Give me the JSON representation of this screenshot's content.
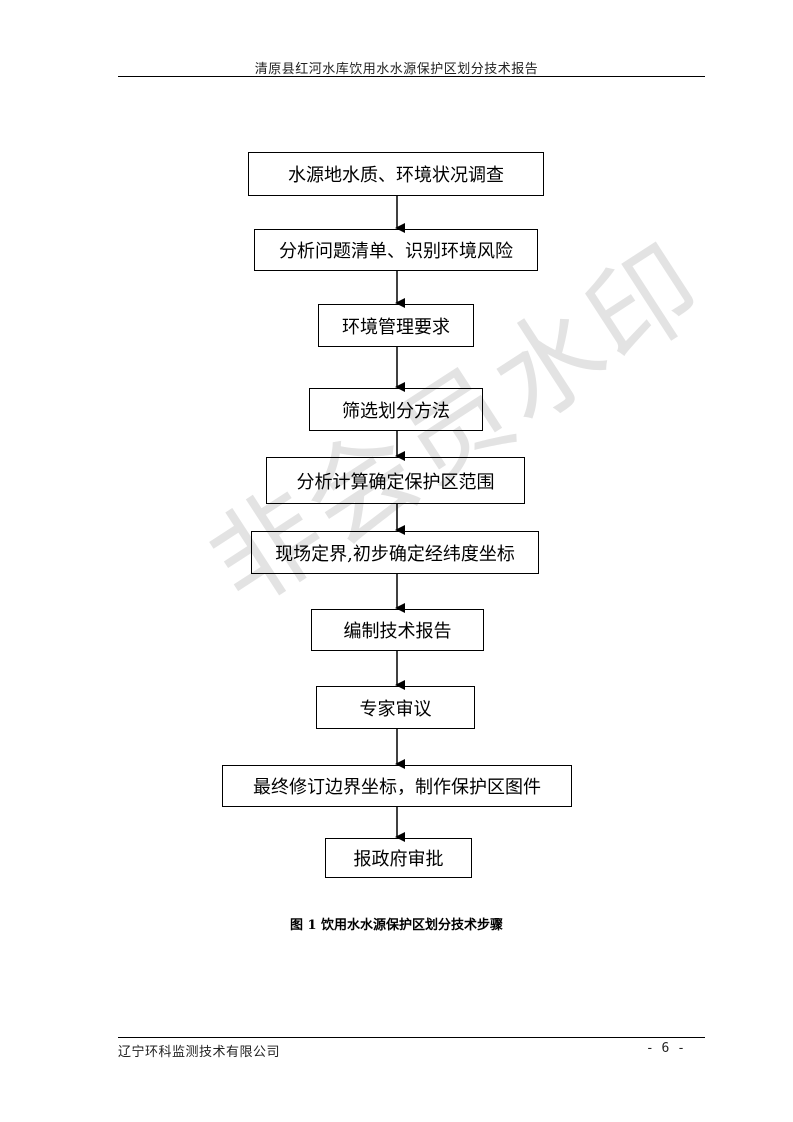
{
  "header": {
    "title": "清原县红河水库饮用水水源保护区划分技术报告"
  },
  "watermark": {
    "text": "非会员水印"
  },
  "flowchart": {
    "steps": [
      "水源地水质、环境状况调查",
      "分析问题清单、识别环境风险",
      "环境管理要求",
      "筛选划分方法",
      "分析计算确定保护区范围",
      "现场定界,初步确定经纬度坐标",
      "编制技术报告",
      "专家审议",
      "最终修订边界坐标，制作保护区图件",
      "报政府审批"
    ]
  },
  "caption": "图 1  饮用水水源保护区划分技术步骤",
  "footer": {
    "company": "辽宁环科监测技术有限公司",
    "page": "- 6 -"
  }
}
